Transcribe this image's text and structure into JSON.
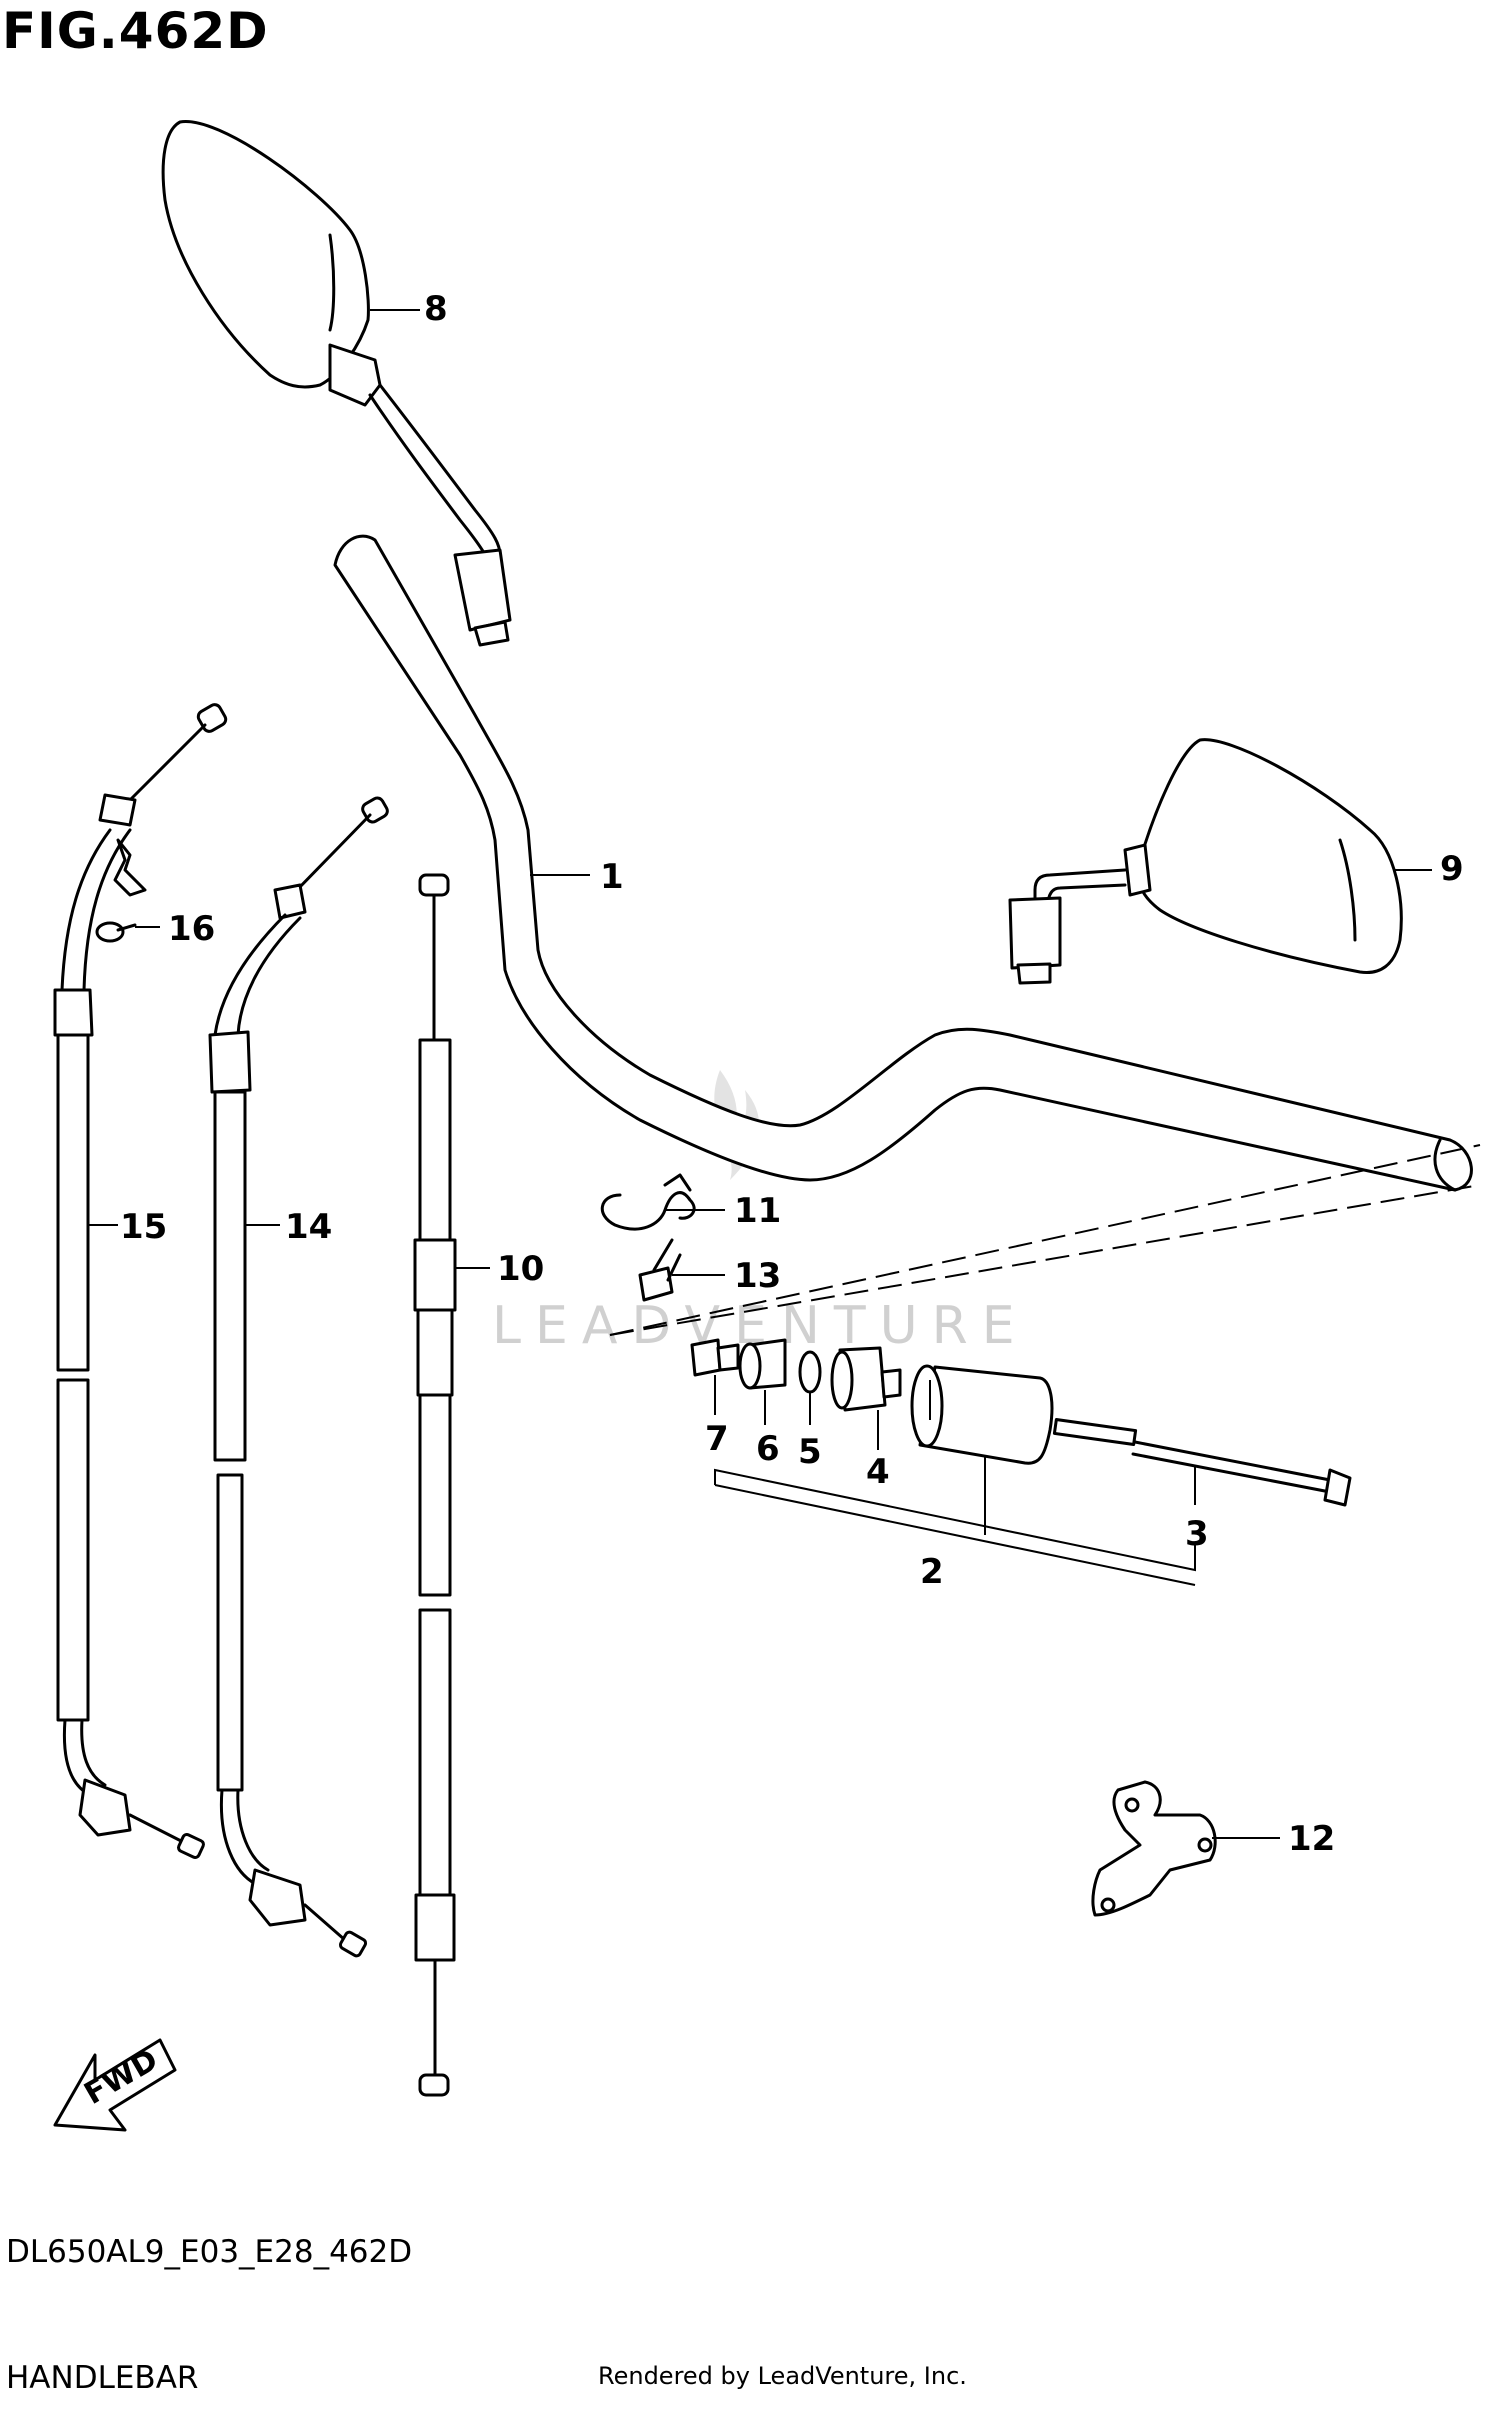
{
  "header": {
    "title": "FIG.462D"
  },
  "footer": {
    "model_code": "DL650AL9_E03_E28_462D",
    "diagram_name": "HANDLEBAR",
    "credit": "Rendered by LeadVenture, Inc."
  },
  "watermark": {
    "text": "LEADVENTURE",
    "color": "#d0d0d0"
  },
  "fwd_arrow": {
    "label": "FWD"
  },
  "callouts": {
    "p1": "1",
    "p2": "2",
    "p3": "3",
    "p4": "4",
    "p5": "5",
    "p6": "6",
    "p7": "7",
    "p8": "8",
    "p9": "9",
    "p10": "10",
    "p11": "11",
    "p12": "12",
    "p13": "13",
    "p14": "14",
    "p15": "15",
    "p16": "16"
  }
}
